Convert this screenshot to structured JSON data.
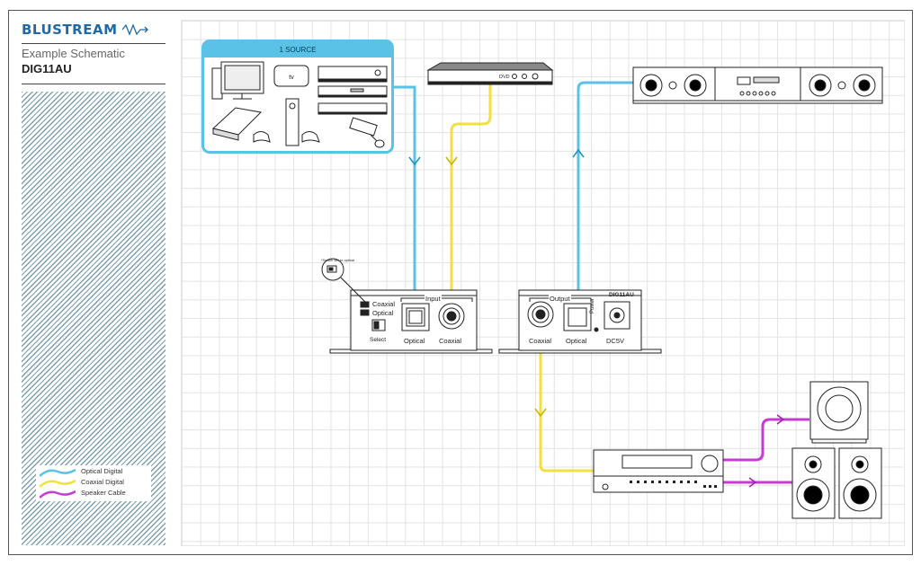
{
  "header": {
    "brand": "BLUSTREAM",
    "schematic_title": "Example Schematic",
    "model": "DIG11AU"
  },
  "source_box": {
    "title": "1 SOURCE"
  },
  "devices": {
    "dvd_label": "DVD",
    "switch_note": "*Switch set to optical",
    "left_unit": {
      "coaxial_switch": "Coaxial",
      "optical_switch": "Optical",
      "select": "Select",
      "input_group": "Input",
      "optical_port": "Optical",
      "coaxial_port": "Coaxial"
    },
    "right_unit": {
      "model_tag": "DIG11AU",
      "output_group": "Output",
      "coaxial_port": "Coaxial",
      "optical_port": "Optical",
      "power": "Power",
      "dc_port": "DC5V"
    }
  },
  "legend": {
    "items": [
      {
        "label": "Optical Digital",
        "color": "#5bc2e7"
      },
      {
        "label": "Coaxial Digital",
        "color": "#f0e040"
      },
      {
        "label": "Speaker Cable",
        "color": "#c63bd2"
      }
    ]
  },
  "colors": {
    "optical": "#5bc2e7",
    "coaxial": "#f0e040",
    "speaker": "#c63bd2",
    "brand": "#1e6aa8"
  }
}
